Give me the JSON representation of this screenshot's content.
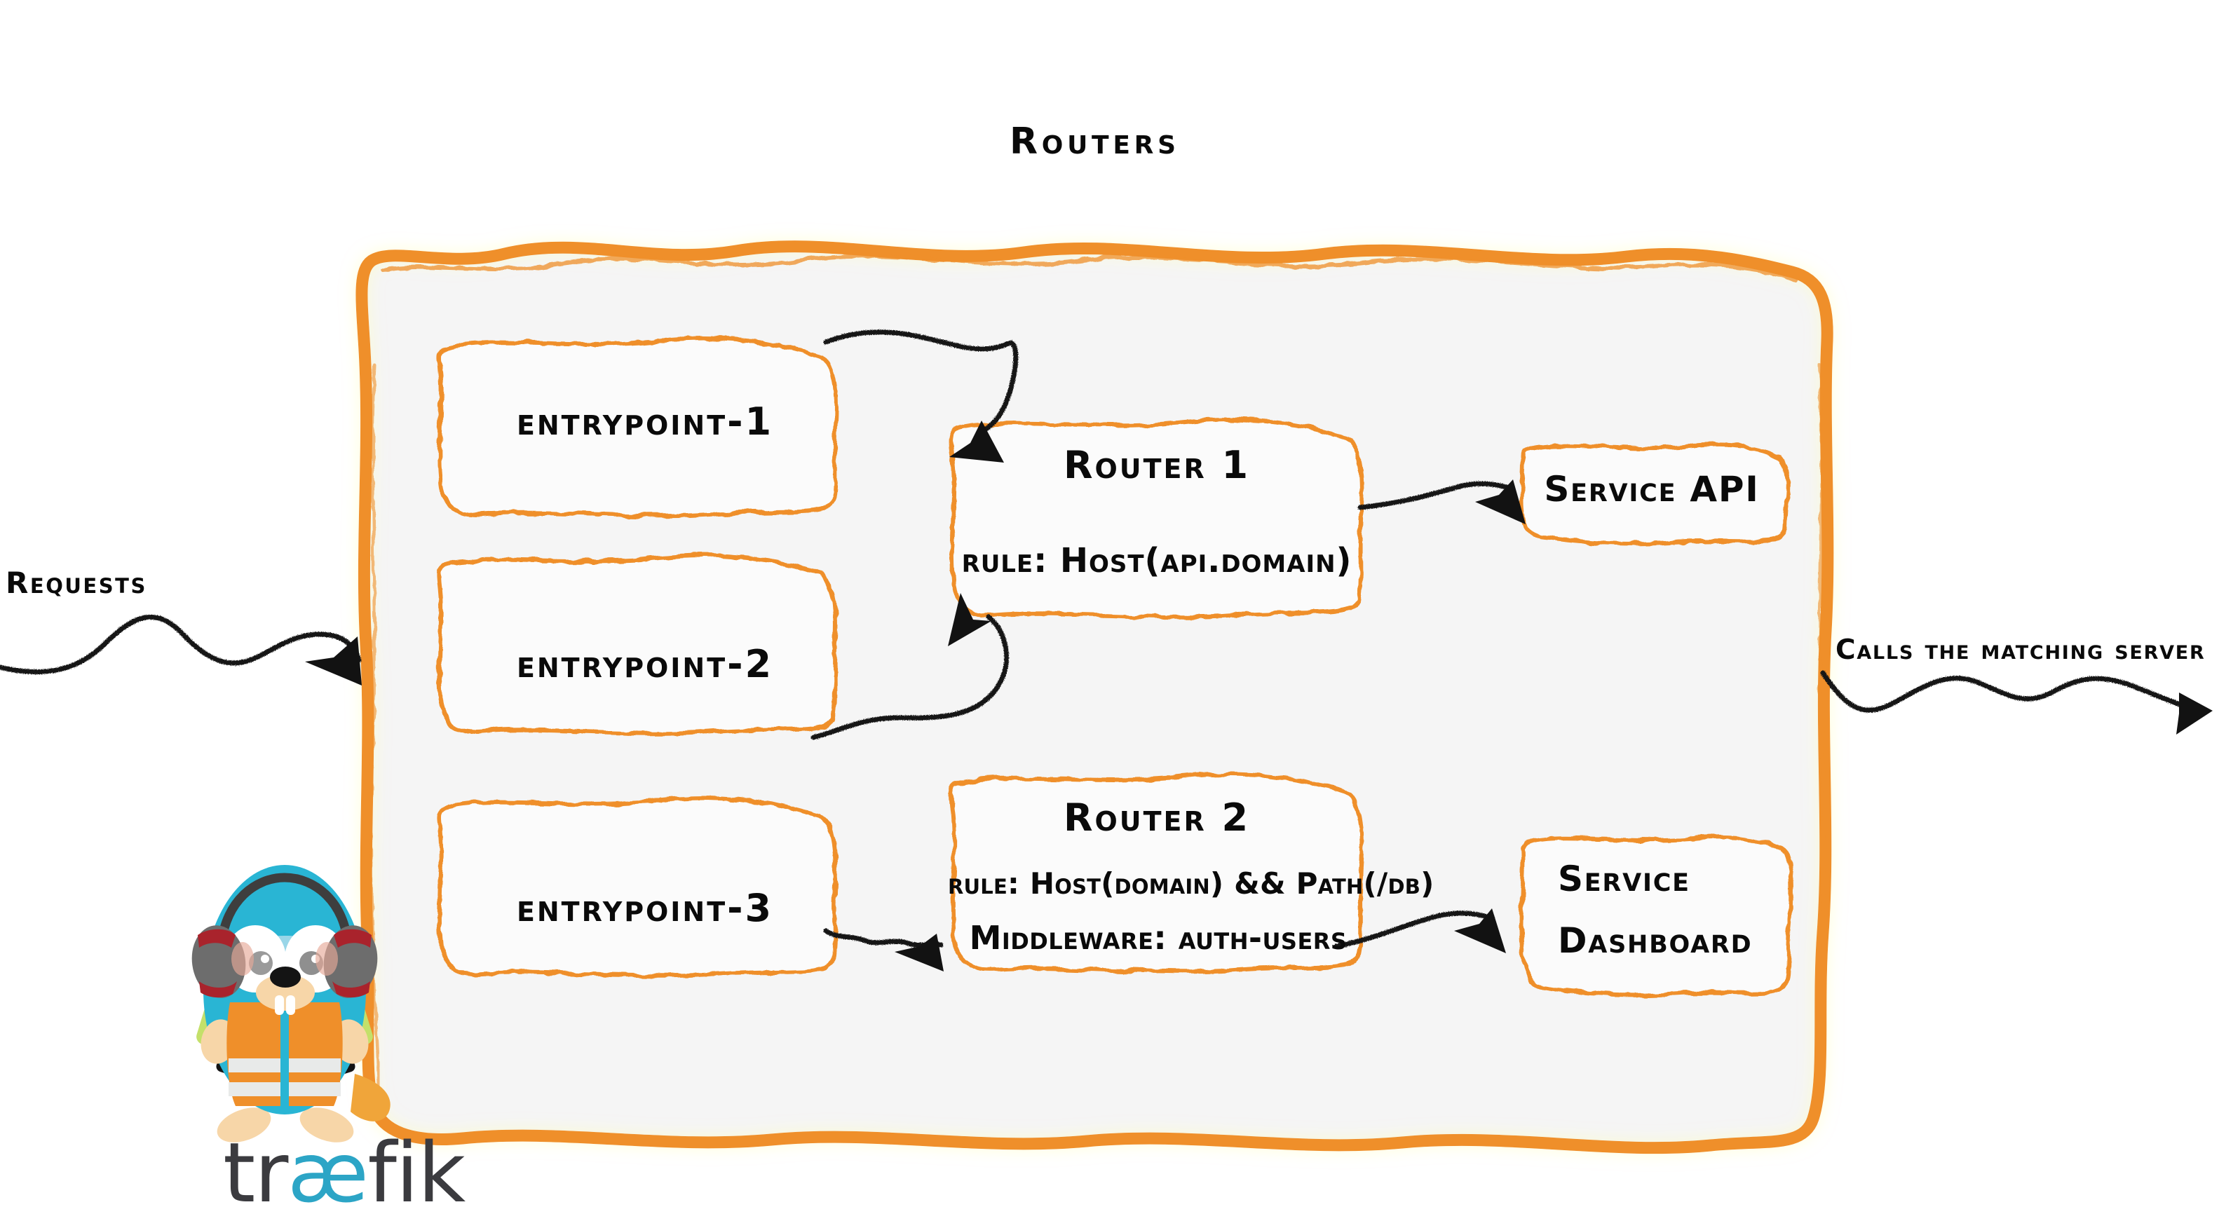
{
  "diagram": {
    "title": "Routers",
    "product": "traefik",
    "colors": {
      "accent_orange": "#ef8f2a",
      "panel_fill": "#f5f5f5",
      "box_fill": "#fbfbfb",
      "ink": "#0a0a0a",
      "gopher_body": "#29b5d4",
      "gopher_vest": "#ef8f2a",
      "wordmark_dark": "#3b3b3f",
      "wordmark_accent": "#2ca5c6"
    },
    "edge_labels": {
      "left": "Requests",
      "right": "Calls the matching server"
    },
    "entrypoints": [
      {
        "label": "entrypoint-1"
      },
      {
        "label": "entrypoint-2"
      },
      {
        "label": "entrypoint-3"
      }
    ],
    "routers": [
      {
        "name": "Router 1",
        "rule": "rule: Host(api.domain)",
        "middleware": null
      },
      {
        "name": "Router 2",
        "rule": "rule: Host(domain) && Path(/db)",
        "middleware": "Middleware: auth-users"
      }
    ],
    "services": [
      {
        "lines": [
          "Service API"
        ]
      },
      {
        "lines": [
          "Service",
          "Dashboard"
        ]
      }
    ],
    "wordmark": {
      "prefix": "tr",
      "ligature": "æ",
      "suffix": "fik"
    },
    "icons": {
      "mascot": "traefik-gopher-icon",
      "arrow": "sketch-arrow-icon"
    }
  }
}
